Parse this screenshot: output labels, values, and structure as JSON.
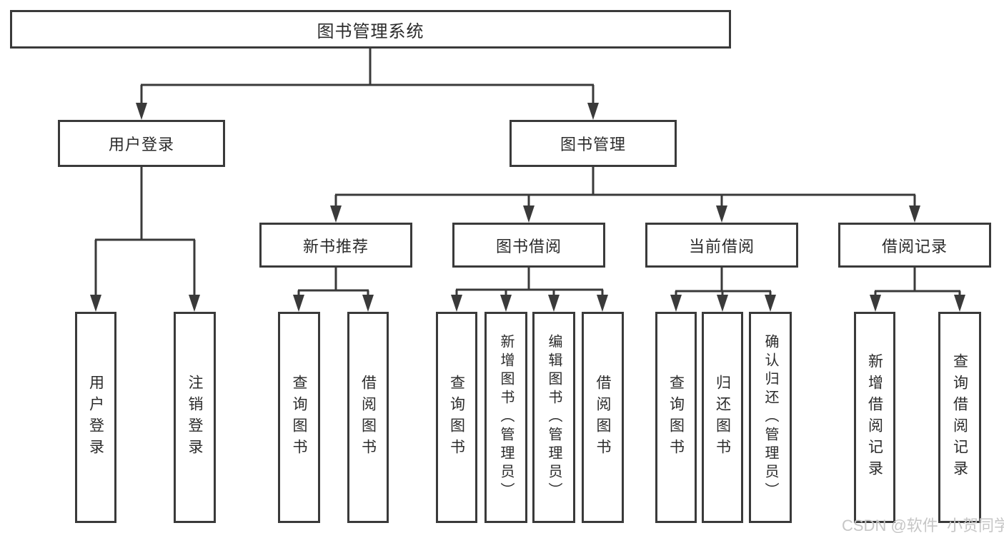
{
  "colors": {
    "line": "#3a3a3a",
    "node_border": "#3a3a3a",
    "node_text": "#2b2b2b",
    "background": "#ffffff",
    "watermark_text": "#c6c6c6"
  },
  "watermark": "CSDN @软件_小贺同学",
  "tree": {
    "root": {
      "label": "图书管理系统"
    },
    "branches": [
      {
        "label": "用户登录",
        "leaves": [
          "用户登录",
          "注销登录"
        ]
      },
      {
        "label": "图书管理",
        "groups": [
          {
            "label": "新书推荐",
            "leaves": [
              "查询图书",
              "借阅图书"
            ]
          },
          {
            "label": "图书借阅",
            "leaves": [
              "查询图书",
              "新增图书（管理员）",
              "编辑图书（管理员）",
              "借阅图书"
            ]
          },
          {
            "label": "当前借阅",
            "leaves": [
              "查询图书",
              "归还图书",
              "确认归还（管理员）"
            ]
          },
          {
            "label": "借阅记录",
            "leaves": [
              "新增借阅记录",
              "查询借阅记录"
            ]
          }
        ]
      }
    ]
  }
}
